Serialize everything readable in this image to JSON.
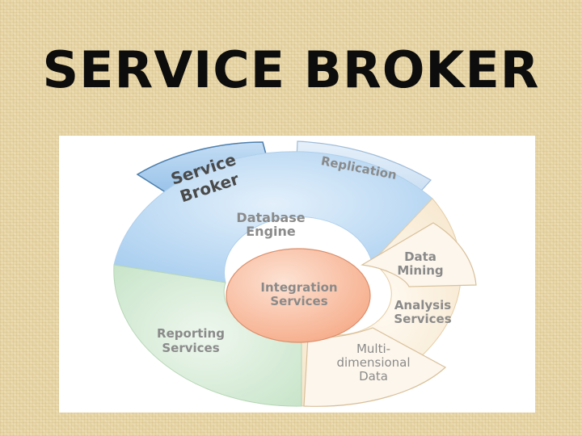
{
  "title": "SERVICE BROKER",
  "diagram": {
    "components": [
      {
        "key": "service_broker",
        "lines": [
          "Service",
          "Broker"
        ]
      },
      {
        "key": "replication",
        "lines": [
          "Replication"
        ]
      },
      {
        "key": "database_engine",
        "lines": [
          "Database",
          "Engine"
        ]
      },
      {
        "key": "data_mining",
        "lines": [
          "Data",
          "Mining"
        ]
      },
      {
        "key": "integration_services",
        "lines": [
          "Integration",
          "Services"
        ]
      },
      {
        "key": "analysis_services",
        "lines": [
          "Analysis",
          "Services"
        ]
      },
      {
        "key": "reporting_services",
        "lines": [
          "Reporting",
          "Services"
        ]
      },
      {
        "key": "multidimensional_data",
        "lines": [
          "Multi-",
          "dimensional",
          "Data"
        ]
      }
    ],
    "colors": {
      "database_engine": "#a7cdef",
      "reporting_services": "#c8e4c9",
      "analysis_services": "#fbeedb",
      "integration_services": "#f8b99b",
      "service_broker": "#9dc7ec",
      "replication": "#cfe2f5",
      "label_text": "#8a8a8a",
      "service_broker_text": "#4a4a4a"
    }
  }
}
